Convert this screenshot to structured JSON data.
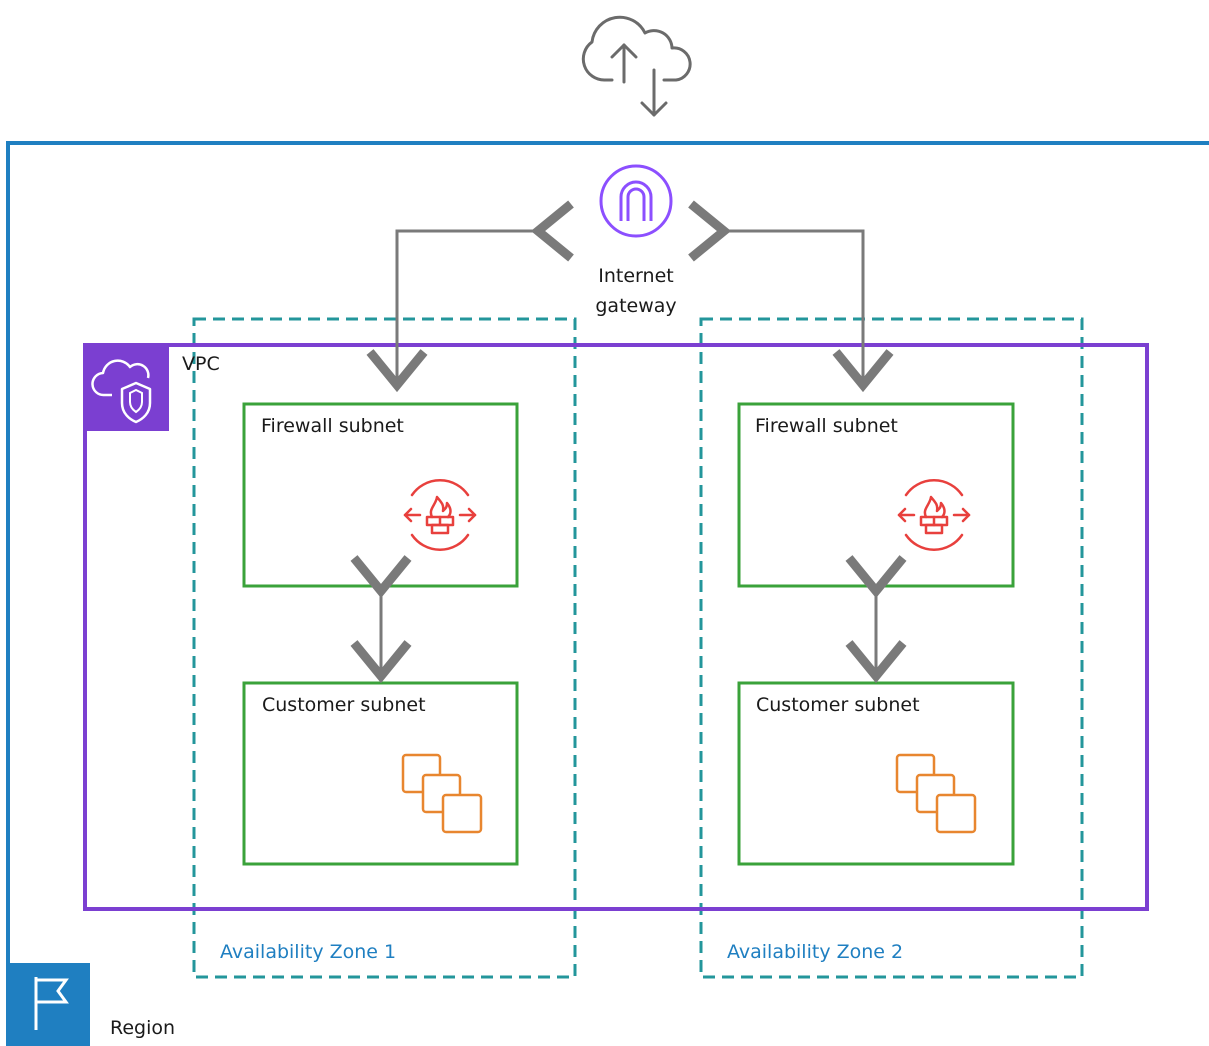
{
  "region": {
    "label": "Region"
  },
  "internet_gateway": {
    "label_line1": "Internet",
    "label_line2": "gateway"
  },
  "vpc": {
    "label": "VPC"
  },
  "availability_zones": [
    {
      "label": "Availability Zone 1",
      "firewall_subnet_label": "Firewall subnet",
      "customer_subnet_label": "Customer subnet"
    },
    {
      "label": "Availability Zone 2",
      "firewall_subnet_label": "Firewall subnet",
      "customer_subnet_label": "Customer subnet"
    }
  ],
  "icons": {
    "internet": "cloud-upload-download-icon",
    "internet_gateway": "internet-gateway-icon",
    "vpc": "vpc-shield-cloud-icon",
    "region": "region-flag-icon",
    "firewall": "network-firewall-icon",
    "instances": "ec2-instances-icon"
  },
  "colors": {
    "region_border": "#1f7fc1",
    "vpc_border": "#7b3fd1",
    "az_border": "#23969b",
    "subnet_border": "#3aa23a",
    "gateway_icon": "#8c4fff",
    "firewall_icon": "#e8403d",
    "instances_icon": "#e8862f",
    "arrow": "#7a7a7a"
  }
}
